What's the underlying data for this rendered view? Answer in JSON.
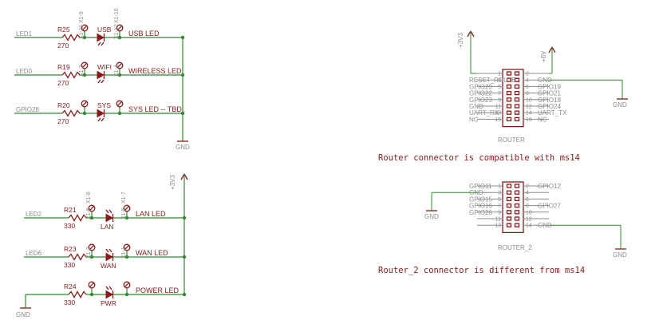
{
  "led_top": {
    "rows": [
      {
        "net": "LED1",
        "ref": "R25",
        "val": "270",
        "tp_top": "X1-9",
        "tp_bot": "X1-11",
        "led_name": "USB",
        "tp2_top": "X1-10",
        "tp2_bot": "X1-12",
        "label": "USB LED"
      },
      {
        "net": "LED0",
        "ref": "R19",
        "val": "270",
        "tp_top": "",
        "tp_bot": "X1-3",
        "led_name": "WIFI",
        "tp2_top": "",
        "tp2_bot": "X1-4",
        "label": "WIRELESS LED"
      },
      {
        "net": "GPIO28",
        "ref": "R20",
        "val": "270",
        "tp_top": "",
        "tp_bot": "",
        "led_name": "SYS",
        "tp2_top": "",
        "tp2_bot": "",
        "label": "SYS LED -- TBD"
      }
    ],
    "gnd": "GND"
  },
  "led_bottom": {
    "supply": "+3V3",
    "rows": [
      {
        "net": "LED2",
        "ref": "R21",
        "val": "330",
        "tp_top": "X1-8",
        "tp_bot": "X1-6",
        "led_name": "LAN",
        "tp2_top": "X1-7",
        "tp2_bot": "X1-5",
        "label": "LAN LED"
      },
      {
        "net": "LED6",
        "ref": "R23",
        "val": "330",
        "tp_top": "",
        "tp_bot": "X1-2",
        "led_name": "WAN",
        "tp2_top": "",
        "tp2_bot": "X1-1",
        "label": "WAN LED"
      },
      {
        "net": "",
        "ref": "R24",
        "val": "330",
        "tp_top": "",
        "tp_bot": "",
        "led_name": "PWR",
        "tp2_top": "",
        "tp2_bot": "",
        "label": "POWER LED"
      }
    ],
    "gnd": "GND"
  },
  "router": {
    "supply_a": "+3V3",
    "supply_b": "+6V",
    "name": "ROUTER",
    "pins_left": [
      "1",
      "3",
      "5",
      "7",
      "9",
      "11",
      "13",
      "15"
    ],
    "pins_right": [
      "2",
      "4",
      "6",
      "8",
      "10",
      "12",
      "14",
      "16"
    ],
    "left_labels": [
      "",
      "RESET_ROUTE",
      "GPIO20",
      "GPIO22",
      "GPIO23",
      "GND",
      "UART_RX",
      "NC"
    ],
    "right_labels": [
      "",
      "GND",
      "GPIO19",
      "GPIO21",
      "GPIO18",
      "GPIO24",
      "UART_TX",
      "NC"
    ],
    "gnd": "GND",
    "note": "Router connector is compatible with ms14"
  },
  "router2": {
    "name": "ROUTER_2",
    "pins_left": [
      "1",
      "3",
      "5",
      "7",
      "9",
      "11",
      "13"
    ],
    "pins_right": [
      "2",
      "4",
      "6",
      "8",
      "10",
      "12",
      "14"
    ],
    "left_labels": [
      "GPIO11",
      "GND",
      "GPIO15",
      "GPIO16",
      "GPIO26",
      "",
      ""
    ],
    "right_labels": [
      "GPIO12",
      "",
      "",
      "GPIO27",
      "",
      "",
      "GND"
    ],
    "gnd_left": "GND",
    "gnd_right": "GND",
    "note": "Router_2 connector is different from ms14"
  }
}
